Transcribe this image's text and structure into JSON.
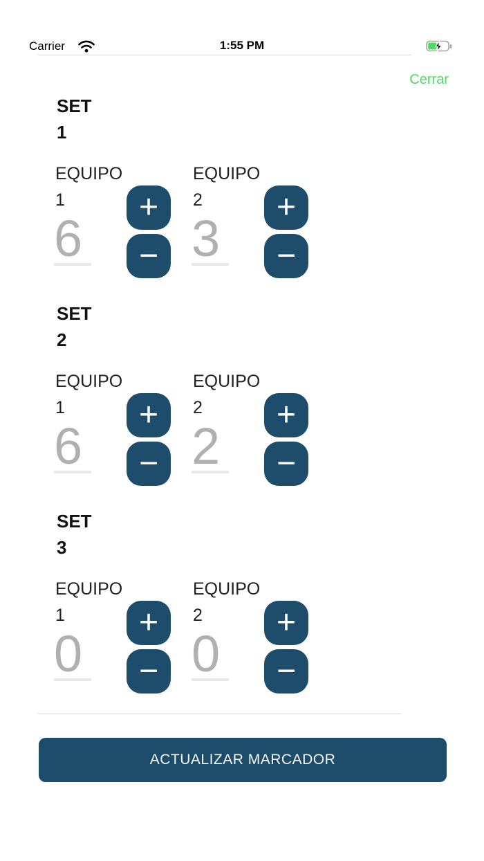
{
  "status_bar": {
    "carrier": "Carrier",
    "time": "1:55 PM"
  },
  "nav": {
    "close_label": "Cerrar"
  },
  "controls": {
    "increment": "+",
    "decrement": "−"
  },
  "sets": [
    {
      "title": "SET 1",
      "teams": [
        {
          "label": "EQUIPO 1",
          "score": "6"
        },
        {
          "label": "EQUIPO 2",
          "score": "3"
        }
      ]
    },
    {
      "title": "SET 2",
      "teams": [
        {
          "label": "EQUIPO 1",
          "score": "6"
        },
        {
          "label": "EQUIPO 2",
          "score": "2"
        }
      ]
    },
    {
      "title": "SET 3",
      "teams": [
        {
          "label": "EQUIPO 1",
          "score": "0"
        },
        {
          "label": "EQUIPO 2",
          "score": "0"
        }
      ]
    }
  ],
  "footer": {
    "update_button": "ACTUALIZAR MARCADOR"
  },
  "colors": {
    "accent_navy": "#1d4d6b",
    "close_green": "#53d762",
    "battery_green": "#4cd964",
    "score_gray": "#b0b0b0",
    "underline_gray": "#e9e9e9",
    "divider_gray": "#d6d6d6"
  }
}
